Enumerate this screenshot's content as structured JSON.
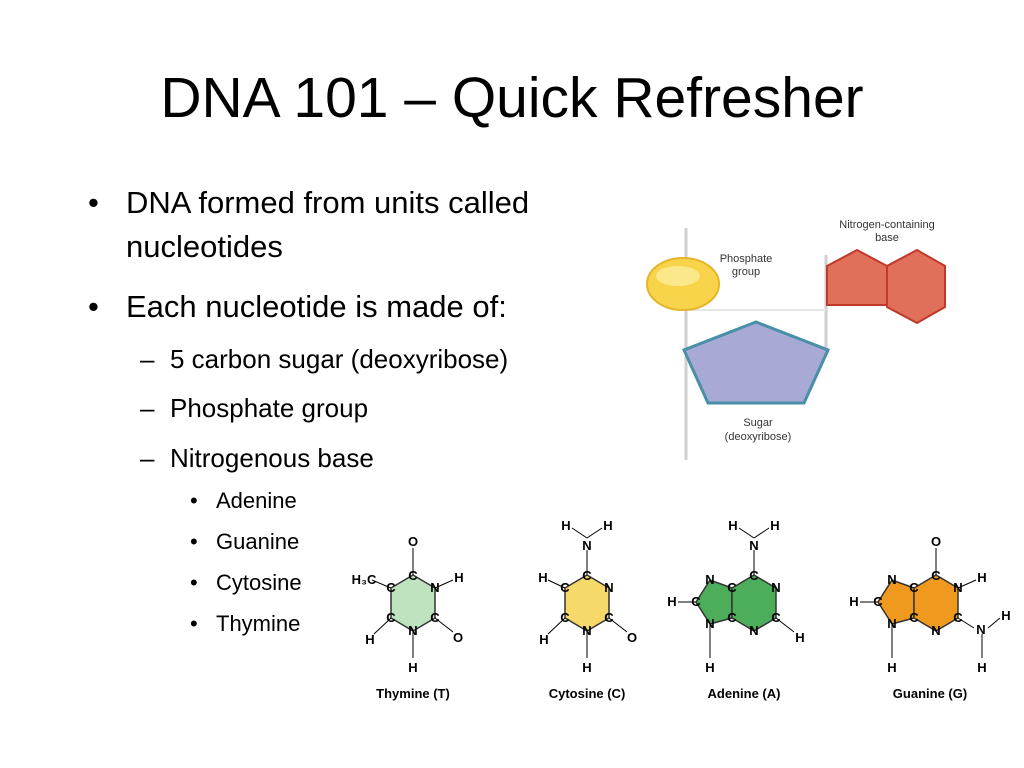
{
  "slide": {
    "title": "DNA 101 – Quick Refresher",
    "bullets": [
      {
        "marker": "•",
        "line1": "DNA formed from units called",
        "line2": "nucleotides"
      },
      {
        "marker": "•",
        "line1": "Each nucleotide is made of:"
      }
    ],
    "sub_bullets": [
      {
        "marker": "–",
        "text": "5 carbon sugar (deoxyribose)"
      },
      {
        "marker": "–",
        "text": "Phosphate group"
      },
      {
        "marker": "–",
        "text": "Nitrogenous base"
      }
    ],
    "bases_list": [
      {
        "marker": "•",
        "text": "Adenine"
      },
      {
        "marker": "•",
        "text": "Guanine"
      },
      {
        "marker": "•",
        "text": "Cytosine"
      },
      {
        "marker": "•",
        "text": "Thymine"
      }
    ]
  },
  "nucleotide_diagram": {
    "phosphate_line1": "Phosphate",
    "phosphate_line2": "group",
    "base_line1": "Nitrogen-containing",
    "base_line2": "base",
    "sugar_line1": "Sugar",
    "sugar_line2": "(deoxyribose)",
    "colors": {
      "phosphate": "#f7d44a",
      "sugar": "#a9a9d6",
      "base": "#e0705a"
    }
  },
  "structures": {
    "thymine": {
      "caption": "Thymine (T)",
      "color": "#bfe3bf"
    },
    "cytosine": {
      "caption": "Cytosine (C)",
      "color": "#f7d96a"
    },
    "adenine": {
      "caption": "Adenine (A)",
      "color": "#4cae5a"
    },
    "guanine": {
      "caption": "Guanine (G)",
      "color": "#ef9a1f"
    },
    "atoms": {
      "h": "H",
      "n": "N",
      "c": "C",
      "o": "O",
      "h3c": "H₃C"
    }
  }
}
